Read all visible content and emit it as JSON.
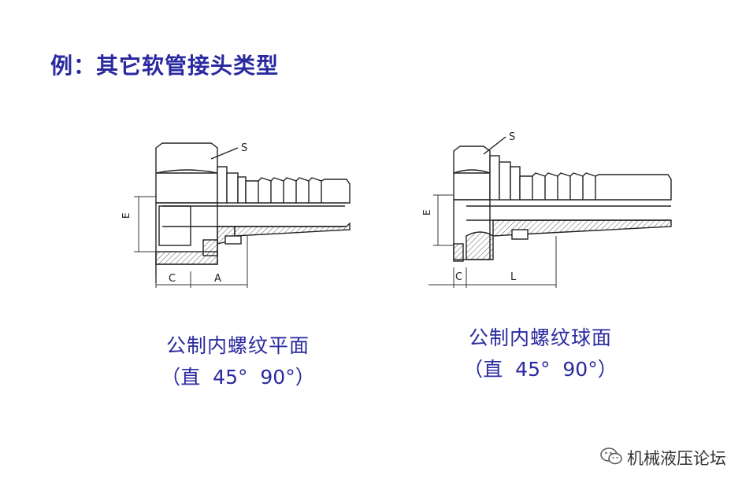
{
  "slide": {
    "title": "例：其它软管接头类型"
  },
  "left_figure": {
    "label_s": "S",
    "label_e": "E",
    "label_c": "C",
    "label_a": "A",
    "caption_line1": "公制内螺纹平面",
    "caption_line2": "（直  45°  90°）"
  },
  "right_figure": {
    "label_s": "S",
    "label_e": "E",
    "label_c": "C",
    "label_l": "L",
    "caption_line1": "公制内螺纹球面",
    "caption_line2": "（直  45°  90°）"
  },
  "watermark": {
    "text": "机械液压论坛",
    "icon": "wechat-icon"
  }
}
